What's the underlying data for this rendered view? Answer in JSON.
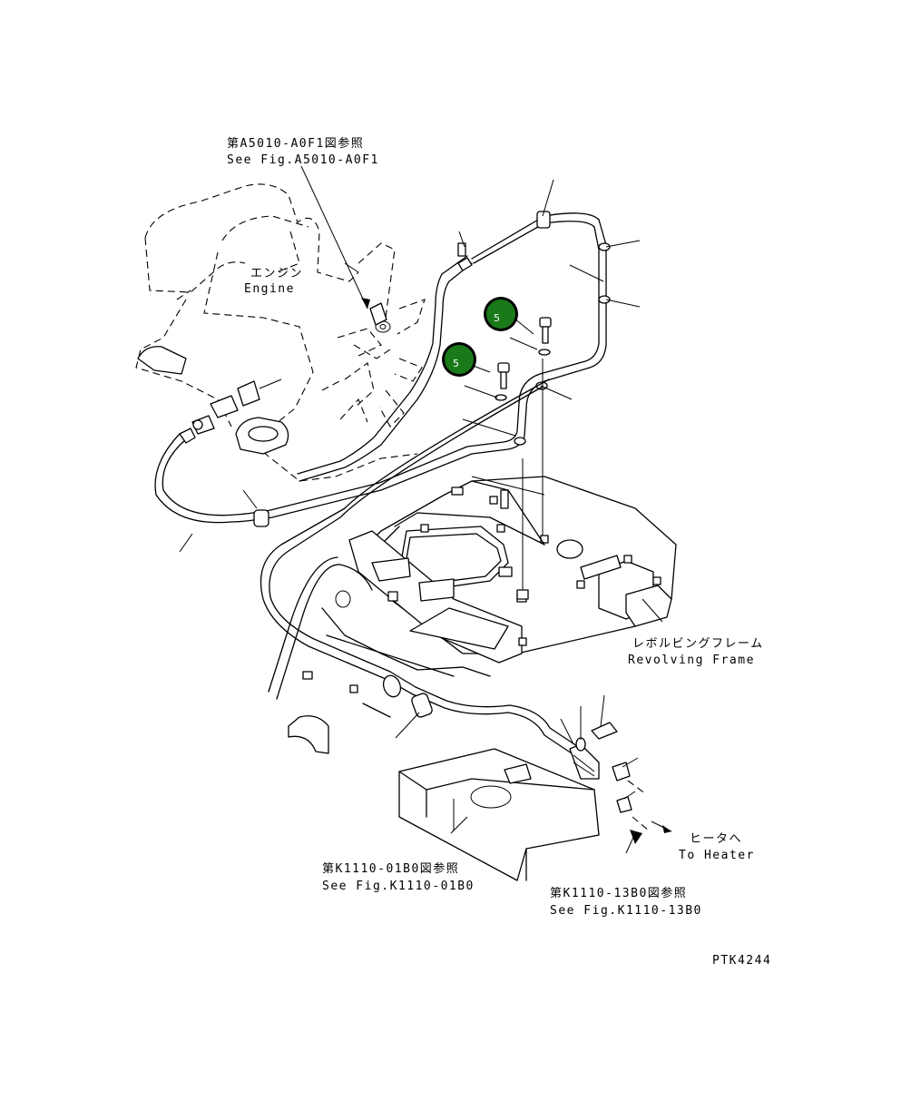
{
  "labels": {
    "ref_a5010_jp": "第A5010-A0F1図参照",
    "ref_a5010_en": "See Fig.A5010-A0F1",
    "engine_jp": "エンジン",
    "engine_en": "Engine",
    "frame_jp": "レボルビングフレーム",
    "frame_en": "Revolving Frame",
    "ref_k1110_01_jp": "第K1110-01B0図参照",
    "ref_k1110_01_en": "See Fig.K1110-01B0",
    "ref_k1110_13_jp": "第K1110-13B0図参照",
    "ref_k1110_13_en": "See Fig.K1110-13B0",
    "heater_jp": "ヒータへ",
    "heater_en": "To Heater",
    "drawing_no": "PTK4244"
  },
  "callouts": [
    {
      "number": "5",
      "color": "#1a7a1a"
    },
    {
      "number": "5",
      "color": "#1a7a1a"
    }
  ]
}
